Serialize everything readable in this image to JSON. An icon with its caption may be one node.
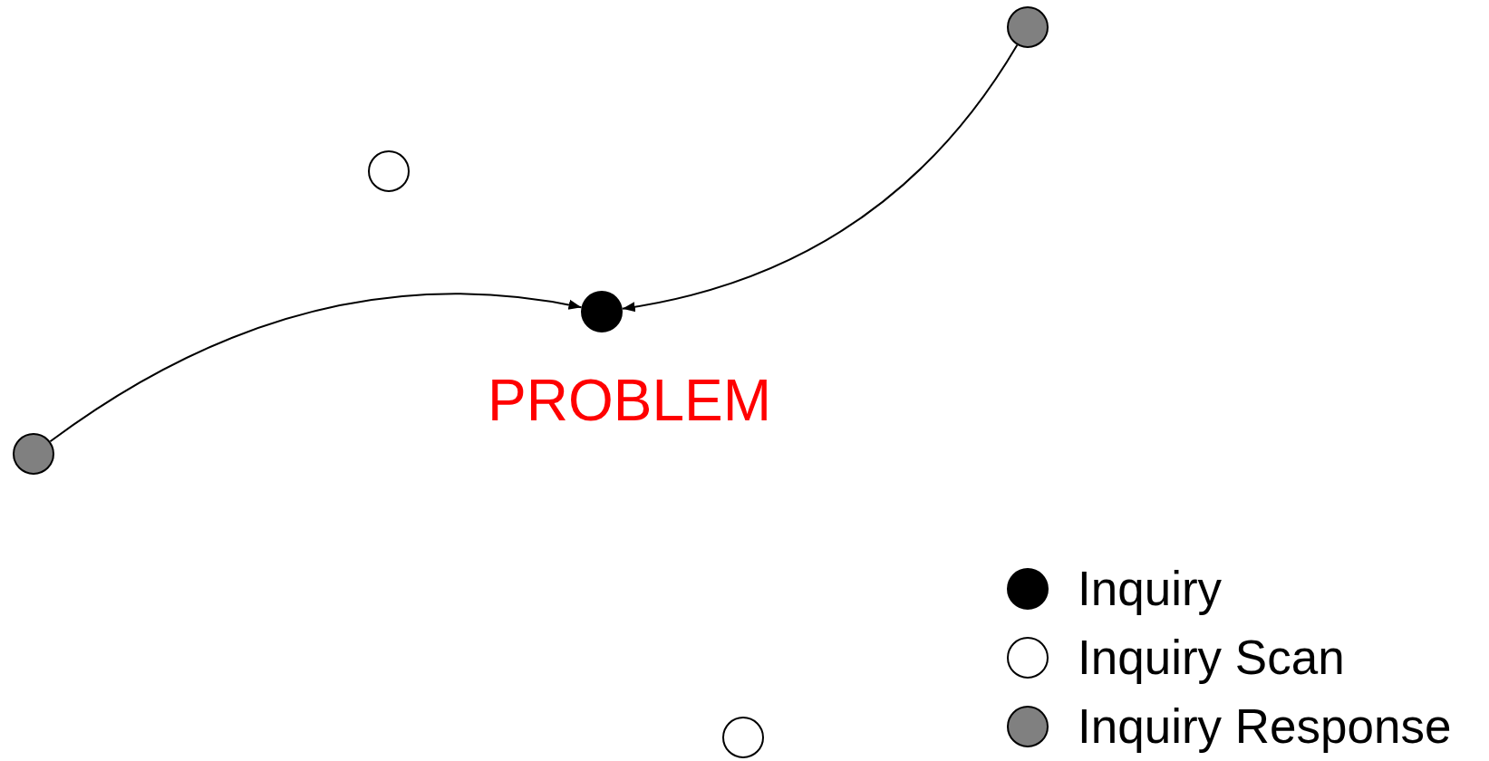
{
  "diagram": {
    "nodes": [
      {
        "text": [],
        "shape": "circle"
      },
      {
        "text": [],
        "shape": "circle"
      },
      {
        "text": [],
        "shape": "circle"
      },
      {
        "text": [],
        "shape": "circle"
      },
      {
        "text": [],
        "shape": "circle"
      }
    ],
    "edges": [
      {
        "from": 0,
        "to": 2,
        "arrow": "to"
      },
      {
        "from": 3,
        "to": 2,
        "arrow": "to"
      }
    ],
    "labels": [
      "PROBLEM"
    ],
    "legend": [
      {
        "text": "Inquiry",
        "color": "#000000"
      },
      {
        "text": "Inquiry Scan",
        "color": "#ffffff"
      },
      {
        "text": "Inquiry Response",
        "color": "#808080"
      }
    ]
  }
}
